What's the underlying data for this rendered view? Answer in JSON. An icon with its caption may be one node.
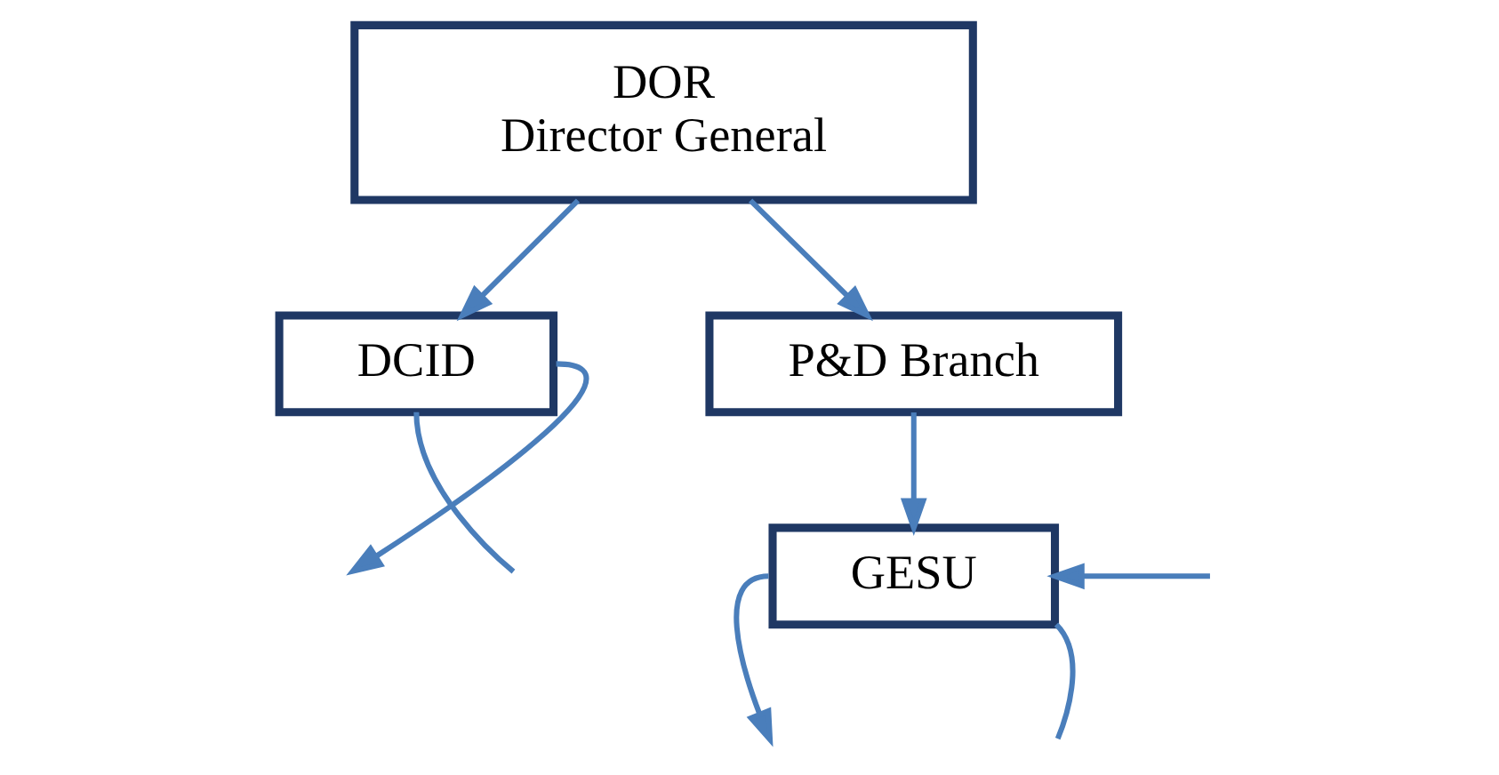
{
  "diagram": {
    "nodes": [
      {
        "text": [
          "DOR",
          "Director General"
        ]
      },
      {
        "text": [
          "P&D Branch"
        ]
      },
      {
        "text": [
          "DCID"
        ]
      },
      {
        "text": [
          "GESU"
        ]
      }
    ],
    "edges": [
      {
        "from": 0,
        "to": 2,
        "arrow": "to"
      },
      {
        "from": 0,
        "to": 1,
        "arrow": "to"
      },
      {
        "from": 1,
        "to": 3,
        "arrow": "to"
      },
      {
        "from": 2,
        "to": null,
        "arrow": "to"
      },
      {
        "from": 2,
        "to": null,
        "arrow": "none"
      },
      {
        "from": 3,
        "to": null,
        "arrow": "to"
      },
      {
        "from": null,
        "to": 3,
        "arrow": "to"
      },
      {
        "from": 3,
        "to": null,
        "arrow": "none"
      }
    ]
  }
}
